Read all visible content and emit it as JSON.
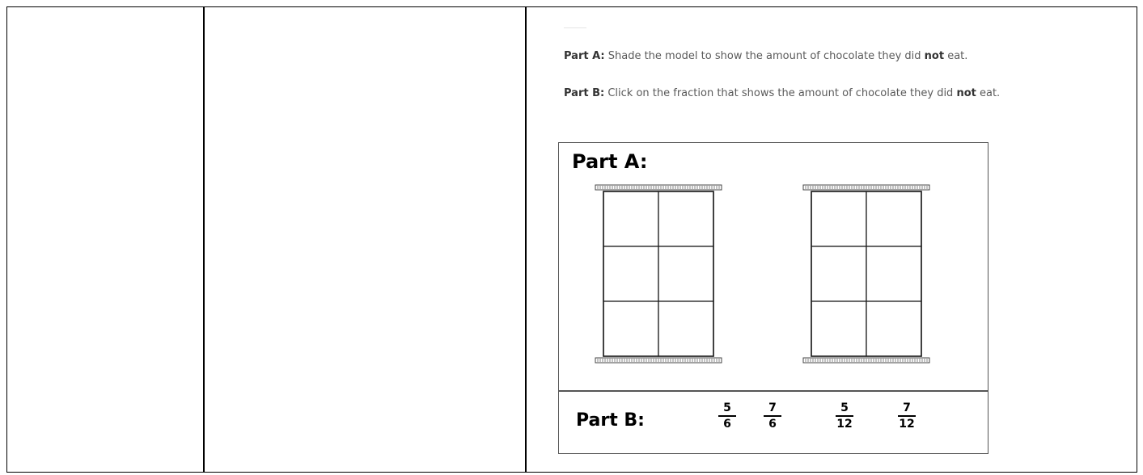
{
  "instructions": {
    "part_a_label": "Part A:",
    "part_a_text_pre": "Shade the model to show the amount of chocolate they did",
    "part_a_emph": "not",
    "part_a_text_post": "eat.",
    "part_b_label": "Part B:",
    "part_b_text_pre": "Click on the fraction that shows the amount of chocolate they did",
    "part_b_emph": "not",
    "part_b_text_post": "eat."
  },
  "panel": {
    "part_a_title": "Part A:",
    "part_b_title": "Part B:",
    "models": [
      {
        "rows": 3,
        "cols": 2,
        "shaded_cells": 0
      },
      {
        "rows": 3,
        "cols": 2,
        "shaded_cells": 0
      }
    ],
    "fractions": [
      {
        "numerator": "5",
        "denominator": "6"
      },
      {
        "numerator": "7",
        "denominator": "6"
      },
      {
        "numerator": "5",
        "denominator": "12"
      },
      {
        "numerator": "7",
        "denominator": "12"
      }
    ]
  }
}
